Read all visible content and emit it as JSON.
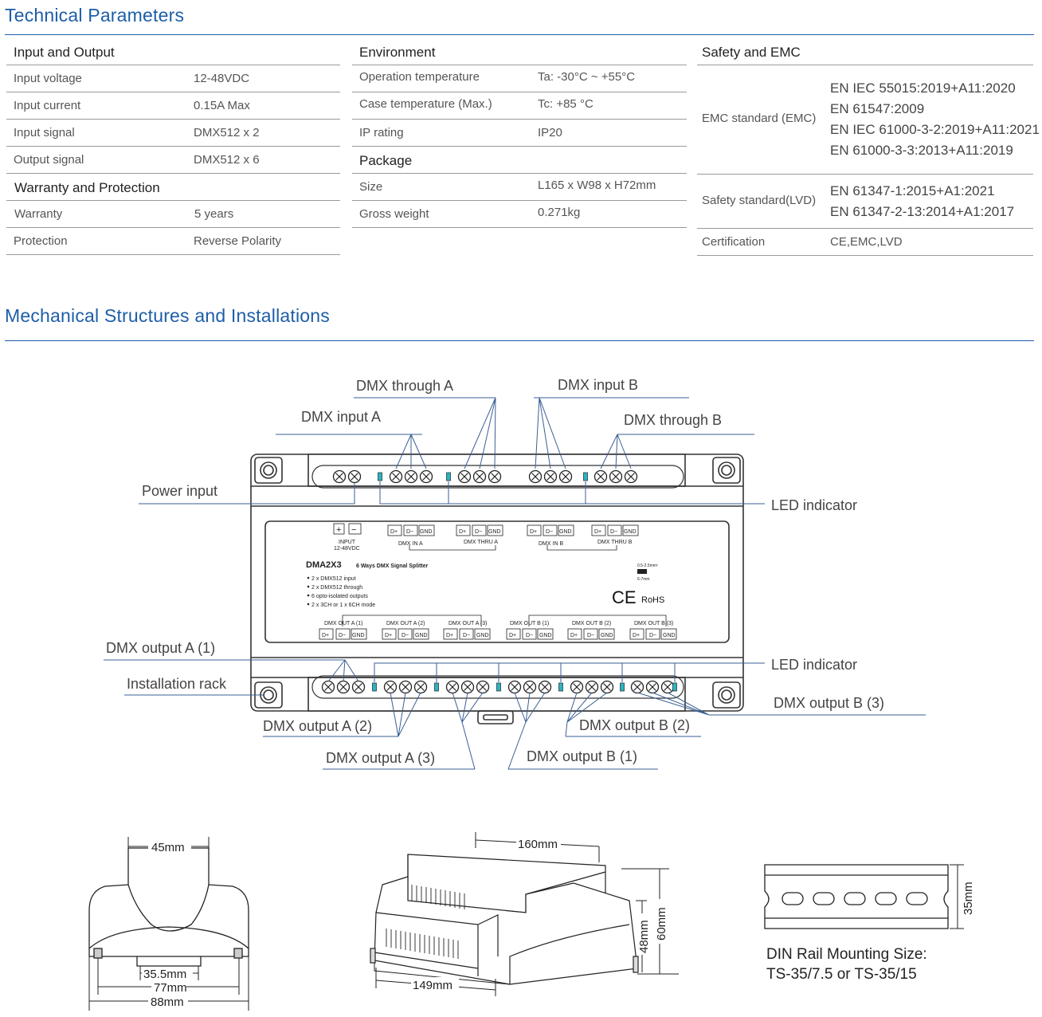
{
  "technical": {
    "title": "Technical Parameters",
    "io": {
      "header": "Input and Output",
      "rows": [
        {
          "label": "Input voltage",
          "value": "12-48VDC"
        },
        {
          "label": "Input current",
          "value": "0.15A Max"
        },
        {
          "label": "Input signal",
          "value": "DMX512  x 2"
        },
        {
          "label": "Output signal",
          "value": "DMX512 x 6"
        }
      ]
    },
    "warranty": {
      "header": "Warranty and Protection",
      "rows": [
        {
          "label": "Warranty",
          "value": "5 years"
        },
        {
          "label": "Protection",
          "value": "Reverse Polarity"
        }
      ]
    },
    "environment": {
      "header": "Environment",
      "rows": [
        {
          "label": "Operation temperature",
          "value": "Ta: -30°C ~ +55°C"
        },
        {
          "label": "Case temperature (Max.)",
          "value": "Tc: +85 °C"
        },
        {
          "label": "IP rating",
          "value": "IP20"
        }
      ]
    },
    "package": {
      "header": "Package",
      "rows": [
        {
          "label": "Size",
          "value": "L165 x W98 x H72mm"
        },
        {
          "label": "Gross weight",
          "value": "0.271kg"
        }
      ]
    },
    "safety": {
      "header": "Safety and EMC",
      "emc_label": "EMC standard (EMC)",
      "emc_values": [
        "EN IEC 55015:2019+A11:2020",
        "EN 61547:2009",
        "EN IEC 61000-3-2:2019+A11:2021",
        "EN 61000-3-3:2013+A11:2019"
      ],
      "lvd_label": "Safety standard(LVD)",
      "lvd_values": [
        "EN 61347-1:2015+A1:2021",
        "EN 61347-2-13:2014+A1:2017"
      ],
      "cert_label": "Certification",
      "cert_value": "CE,EMC,LVD"
    }
  },
  "mechanical": {
    "title": "Mechanical Structures and Installations",
    "callouts": {
      "dmx_through_a": "DMX through A",
      "dmx_input_b": "DMX input B",
      "dmx_input_a": "DMX input A",
      "dmx_through_b": "DMX through B",
      "power_input": "Power input",
      "led_indicator_top": "LED indicator",
      "dmx_output_a1": "DMX output A (1)",
      "installation_rack": "Installation rack",
      "led_indicator_bottom": "LED indicator",
      "dmx_output_b3": "DMX output B (3)",
      "dmx_output_a2": "DMX output A (2)",
      "dmx_output_b2": "DMX output B (2)",
      "dmx_output_a3": "DMX output A (3)",
      "dmx_output_b1": "DMX output B (1)"
    },
    "panel": {
      "model": "DMA2X3",
      "subtitle": "6 Ways DMX Signal Splitter",
      "features": [
        "2 x DMX512 input",
        "2 x DMX512 through",
        "6 opto-isolated outputs",
        "2 x 3CH or 1 x 6CH mode"
      ],
      "input_label": "INPUT",
      "input_voltage": "12-48VDC",
      "plus": "+",
      "minus": "−",
      "term_dplus": "D+",
      "term_dminus": "D−",
      "term_gnd": "GND",
      "top_groups": [
        "DMX IN A",
        "DMX THRU A",
        "DMX IN B",
        "DMX THRU B"
      ],
      "bottom_groups": [
        "DMX OUT A (1)",
        "DMX OUT A (2)",
        "DMX OUT A (3)",
        "DMX OUT B (1)",
        "DMX OUT B (2)",
        "DMX OUT B (3)"
      ],
      "wire_gauge": "0.5-2.5mm²",
      "strip_length": "6-7mm",
      "ce": "CE",
      "rohs": "RoHS"
    },
    "dimensions": {
      "side_top": "45mm",
      "side_inner": "35.5mm",
      "side_mid": "77mm",
      "side_total": "88mm",
      "iso_length": "160mm",
      "iso_base": "149mm",
      "iso_h1": "48mm",
      "iso_h2": "60mm",
      "rail_height": "35mm"
    },
    "din_rail": {
      "line1": "DIN Rail Mounting Size:",
      "line2": "TS-35/7.5 or TS-35/15"
    }
  }
}
